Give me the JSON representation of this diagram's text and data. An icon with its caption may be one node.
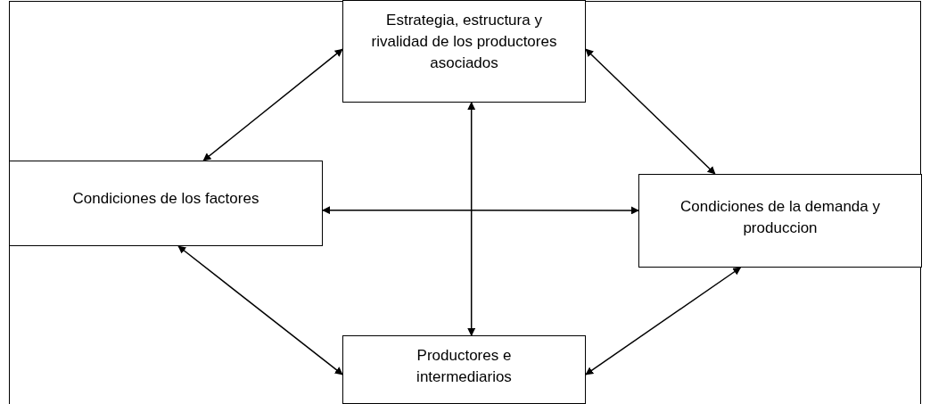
{
  "diagram": {
    "nodes": [
      {
        "text": [
          "Estrategia, estructura y rivalidad de los productores asociados"
        ]
      },
      {
        "text": [
          "Condiciones de los factores"
        ]
      },
      {
        "text": [
          "Condiciones de la demanda y produccion"
        ]
      },
      {
        "text": [
          "Productores e intermediarios"
        ]
      }
    ],
    "edges": [
      {
        "from": 1,
        "to": 0,
        "arrow": "both"
      },
      {
        "from": 0,
        "to": 2,
        "arrow": "both"
      },
      {
        "from": 1,
        "to": 3,
        "arrow": "both"
      },
      {
        "from": 3,
        "to": 2,
        "arrow": "both"
      },
      {
        "from": 1,
        "to": 2,
        "arrow": "both"
      },
      {
        "from": 0,
        "to": 3,
        "arrow": "both"
      }
    ]
  }
}
